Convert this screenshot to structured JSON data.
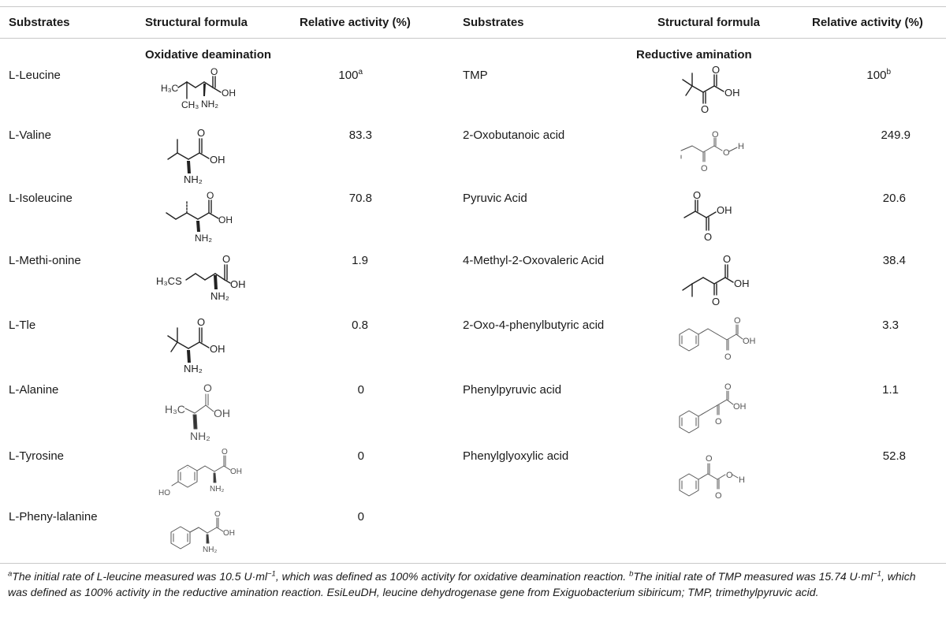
{
  "headers": {
    "left_substrates": "Substrates",
    "left_formula": "Structural formula",
    "left_activity": "Relative activity (%)",
    "right_substrates": "Substrates",
    "right_formula": "Structural formula",
    "right_activity": "Relative activity (%)"
  },
  "sections": {
    "left": "Oxidative deamination",
    "right": "Reductive amination"
  },
  "left_rows": [
    {
      "name": "L-Leucine",
      "value": "100",
      "mark": "a",
      "structure": "leucine"
    },
    {
      "name": "L-Valine",
      "value": "83.3",
      "structure": "valine"
    },
    {
      "name": "L-Isoleucine",
      "value": "70.8",
      "structure": "isoleucine"
    },
    {
      "name": "L-Methi-onine",
      "value": "1.9",
      "structure": "methionine"
    },
    {
      "name": "L-Tle",
      "value": "0.8",
      "structure": "tert-leucine"
    },
    {
      "name": "L-Alanine",
      "value": "0",
      "structure": "alanine"
    },
    {
      "name": "L-Tyrosine",
      "value": "0",
      "structure": "tyrosine"
    },
    {
      "name": "L-Pheny-lalanine",
      "value": "0",
      "structure": "phenylalanine"
    }
  ],
  "right_rows": [
    {
      "name": "TMP",
      "value": "100",
      "mark": "b",
      "structure": "trimethylpyruvic-acid"
    },
    {
      "name": "2-Oxobutanoic acid",
      "value": "249.9",
      "structure": "2-oxobutanoic-acid"
    },
    {
      "name": "Pyruvic Acid",
      "value": "20.6",
      "structure": "pyruvic-acid"
    },
    {
      "name": "4-Methyl-2-Oxovaleric Acid",
      "value": "38.4",
      "structure": "4-methyl-2-oxovaleric-acid"
    },
    {
      "name": "2-Oxo-4-phenylbutyric acid",
      "value": "3.3",
      "structure": "2-oxo-4-phenylbutyric-acid"
    },
    {
      "name": "Phenylpyruvic acid",
      "value": "1.1",
      "structure": "phenylpyruvic-acid"
    },
    {
      "name": "Phenylglyoxylic acid",
      "value": "52.8",
      "structure": "phenylglyoxylic-acid"
    }
  ],
  "chem_labels": {
    "h3c": "H₃C",
    "ch3": "CH₃",
    "nh2": "NH₂",
    "oh": "OH",
    "o": "O",
    "h": "H",
    "ho": "HO",
    "h3cs": "H₃CS"
  },
  "footnote": {
    "a_mark": "a",
    "a_text_1": "The initial rate of L-leucine measured was 10.5 U·ml",
    "a_exp": "−1",
    "a_text_2": ", which was defined as 100% activity for oxidative deamination reaction. ",
    "b_mark": "b",
    "b_text_1": "The initial rate of TMP measured was 15.74 U·ml",
    "b_exp": "−1",
    "b_text_2": ", which was defined as 100% activity in the reductive amination reaction. EsiLeuDH, leucine dehydrogenase gene from Exiguobacterium sibiricum; TMP, trimethylpyruvic acid."
  }
}
